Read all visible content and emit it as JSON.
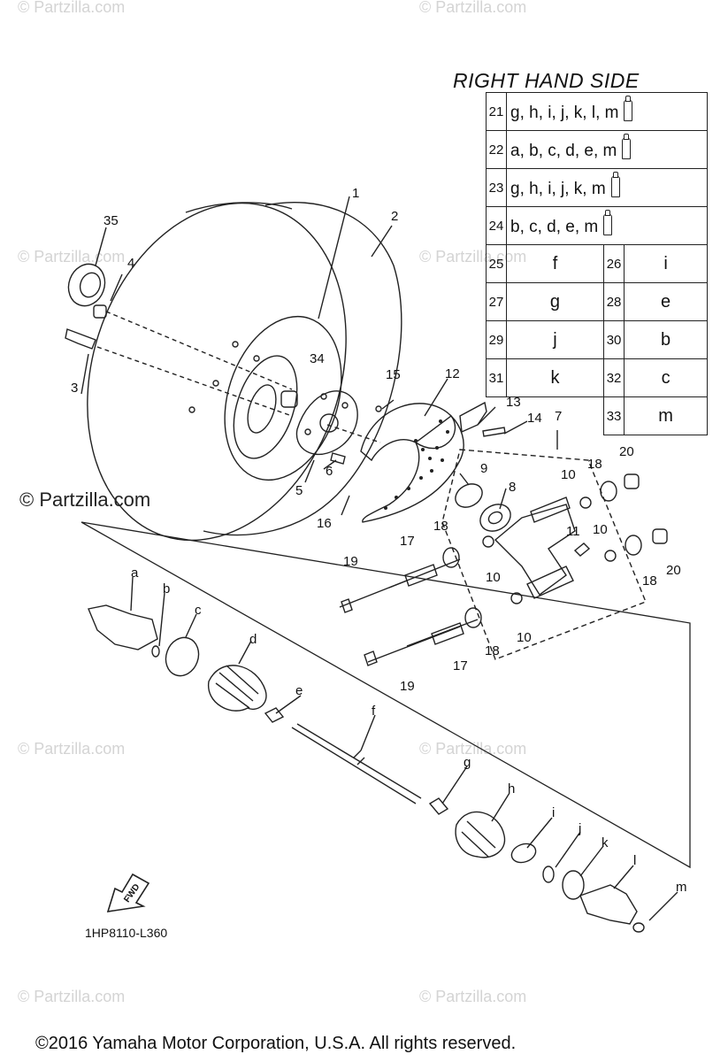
{
  "watermark": "© Partzilla.com",
  "partzilla_label": "© Partzilla.com",
  "table": {
    "title": "RIGHT HAND SIDE",
    "kit_rows": [
      {
        "num": "21",
        "letters": "g, h, i, j, k, l, m"
      },
      {
        "num": "22",
        "letters": "a, b, c, d, e, m"
      },
      {
        "num": "23",
        "letters": "g, h, i, j, k, m"
      },
      {
        "num": "24",
        "letters": "b, c, d, e, m"
      }
    ],
    "pair_rows": [
      {
        "n1": "25",
        "v1": "f",
        "n2": "26",
        "v2": "i"
      },
      {
        "n1": "27",
        "v1": "g",
        "n2": "28",
        "v2": "e"
      },
      {
        "n1": "29",
        "v1": "j",
        "n2": "30",
        "v2": "b"
      },
      {
        "n1": "31",
        "v1": "k",
        "n2": "32",
        "v2": "c"
      },
      {
        "n1": "",
        "v1": "",
        "n2": "33",
        "v2": "m"
      }
    ]
  },
  "callouts": {
    "c1": "1",
    "c2": "2",
    "c3": "3",
    "c4": "4",
    "c5": "5",
    "c6": "6",
    "c7": "7",
    "c8": "8",
    "c9": "9",
    "c10a": "10",
    "c10b": "10",
    "c10c": "10",
    "c10d": "10",
    "c11": "11",
    "c12": "12",
    "c13": "13",
    "c14": "14",
    "c15": "15",
    "c16": "16",
    "c17a": "17",
    "c17b": "17",
    "c18a": "18",
    "c18b": "18",
    "c18c": "18",
    "c18d": "18",
    "c19a": "19",
    "c19b": "19",
    "c20a": "20",
    "c20b": "20",
    "c34": "34",
    "c35": "35",
    "ca": "a",
    "cb": "b",
    "cc": "c",
    "cd": "d",
    "ce": "e",
    "cf": "f",
    "cg": "g",
    "ch": "h",
    "ci": "i",
    "cj": "j",
    "ck": "k",
    "cl": "l",
    "cm": "m"
  },
  "fwd_label": "FWD",
  "diagram_code": "1HP8110-L360",
  "copyright": "©2016  Yamaha Motor Corporation, U.S.A. All rights reserved."
}
